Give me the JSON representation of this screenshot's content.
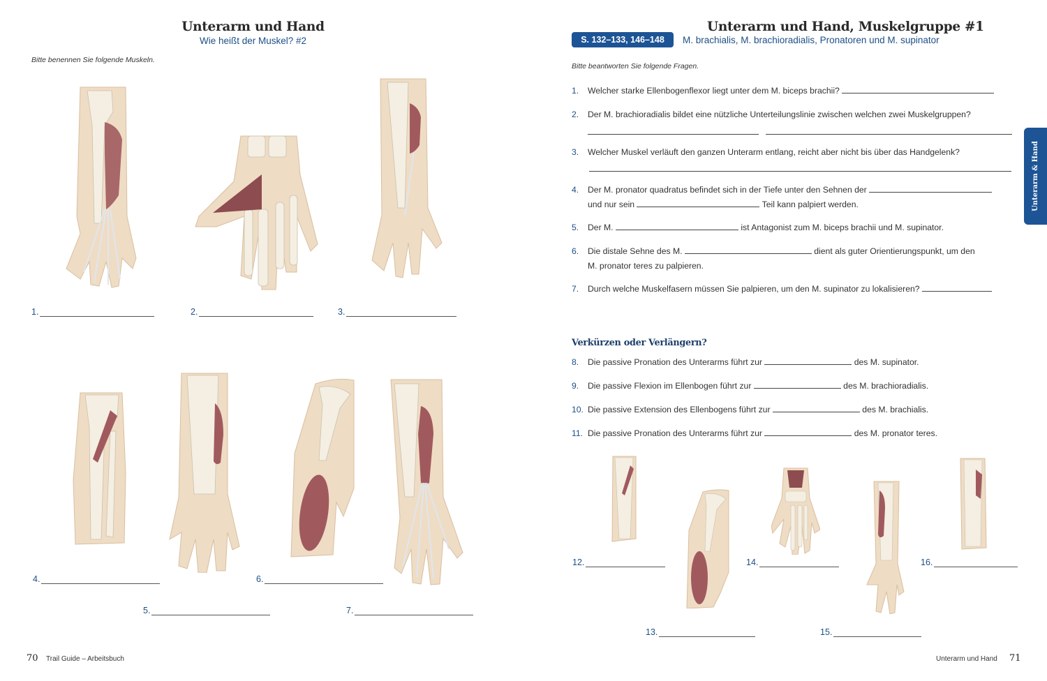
{
  "left_page": {
    "title": "Unterarm und Hand",
    "subtitle": "Wie heißt der Muskel? #2",
    "instruction": "Bitte benennen Sie folgende Muskeln.",
    "labels": [
      "1.",
      "2.",
      "3.",
      "4.",
      "5.",
      "6.",
      "7."
    ],
    "figures": [
      {
        "id": 1,
        "view": "forearm-posterior-with-hand"
      },
      {
        "id": 2,
        "view": "palmar-hand"
      },
      {
        "id": 3,
        "view": "forearm-with-hand"
      },
      {
        "id": 4,
        "view": "forearm-proximal"
      },
      {
        "id": 5,
        "view": "forearm-with-hand"
      },
      {
        "id": 6,
        "view": "upper-arm-lateral"
      },
      {
        "id": 7,
        "view": "forearm-with-hand-anterior"
      }
    ],
    "footer": {
      "page_number": "70",
      "book_title": "Trail Guide – Arbeitsbuch"
    }
  },
  "right_page": {
    "title": "Unterarm und Hand, Muskelgruppe #1",
    "page_ref_badge": "S. 132–133, 146–148",
    "subtitle": "M. brachialis, M. brachioradialis, Pronatoren und M. supinator",
    "instruction": "Bitte beantworten Sie folgende Fragen.",
    "questions": [
      {
        "num": "1.",
        "parts": [
          "Welcher starke Ellenbogenflexor liegt unter dem M. biceps brachii?"
        ]
      },
      {
        "num": "2.",
        "parts": [
          "Der M. brachioradialis bildet eine nützliche Unterteilungslinie zwischen welchen zwei Muskelgruppen?"
        ]
      },
      {
        "num": "3.",
        "parts": [
          "Welcher Muskel verläuft den ganzen Unterarm entlang, reicht aber nicht bis über das Handgelenk?"
        ]
      },
      {
        "num": "4.",
        "parts": [
          "Der M. pronator quadratus befindet sich in der Tiefe unter den Sehnen der",
          "und nur sein",
          "Teil kann palpiert werden."
        ]
      },
      {
        "num": "5.",
        "parts": [
          "Der M.",
          "ist Antagonist zum M. biceps brachii und M. supinator."
        ]
      },
      {
        "num": "6.",
        "parts": [
          "Die distale Sehne des M.",
          "dient als guter Orientierungspunkt, um den",
          "M. pronator teres zu palpieren."
        ]
      },
      {
        "num": "7.",
        "parts": [
          "Durch welche Muskelfasern müssen Sie palpieren, um den M. supinator zu lokalisieren?"
        ]
      }
    ],
    "section_heading": "Verkürzen oder Verlängern?",
    "section_questions": [
      {
        "num": "8.",
        "before": "Die passive Pronation des Unterarms führt zur",
        "after": "des M. supinator."
      },
      {
        "num": "9.",
        "before": "Die passive Flexion im Ellenbogen führt zur",
        "after": "des M. brachioradialis."
      },
      {
        "num": "10.",
        "before": "Die passive Extension des Ellenbogens führt zur",
        "after": "des M. brachialis."
      },
      {
        "num": "11.",
        "before": "Die passive Pronation des Unterarms führt zur",
        "after": "des M. pronator teres."
      }
    ],
    "labels": [
      "12.",
      "13.",
      "14.",
      "15.",
      "16."
    ],
    "side_tab": "Unterarm & Hand",
    "footer": {
      "chapter": "Unterarm und Hand",
      "page_number": "71"
    }
  },
  "colors": {
    "accent_blue": "#1d5495",
    "text_blue": "#1d4f86",
    "muscle": "#a05a5e",
    "skin": "#efdcc4",
    "bone": "#f4efe2"
  }
}
